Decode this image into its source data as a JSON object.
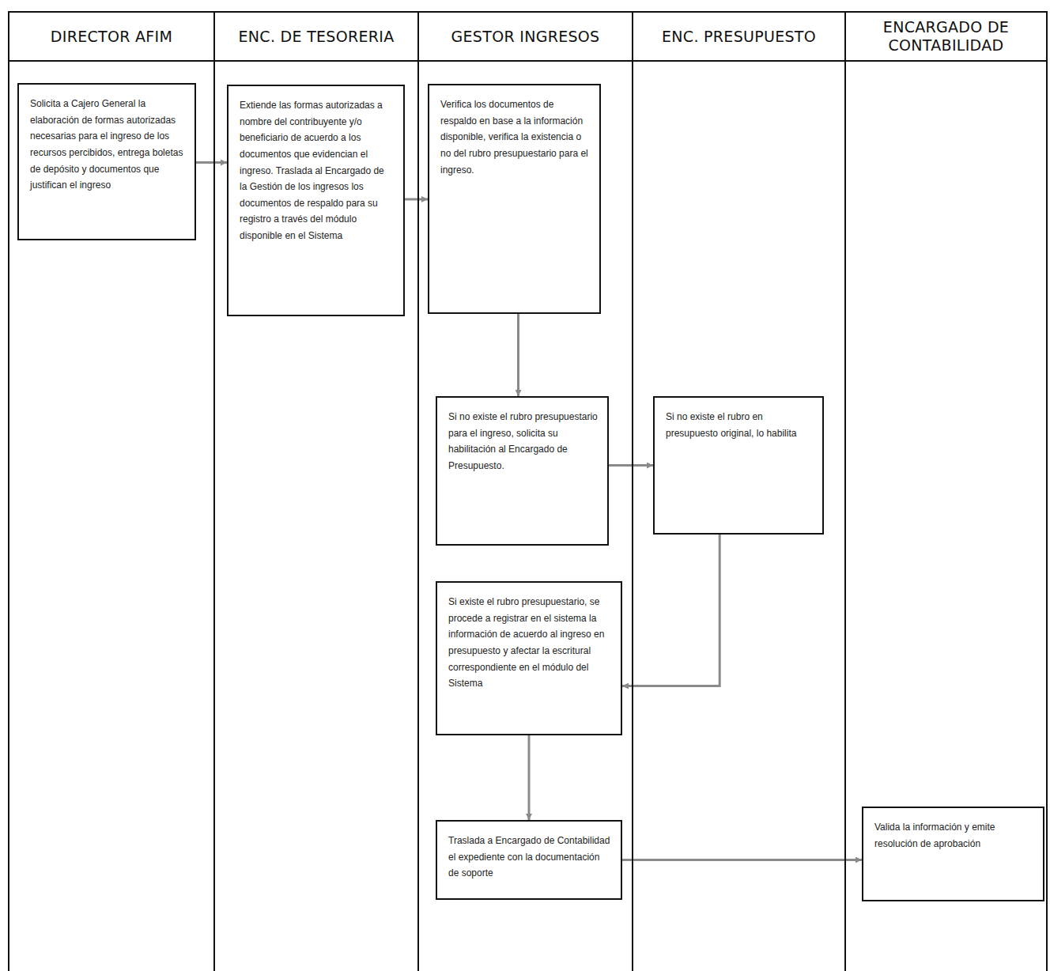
{
  "diagram": {
    "nodes": [
      {
        "text": [
          "DIRECTOR AFIM"
        ]
      },
      {
        "text": [
          "ENC. DE TESORERIA"
        ]
      },
      {
        "text": [
          "GESTOR INGRESOS"
        ]
      },
      {
        "text": [
          "ENC. PRESUPUESTO"
        ]
      },
      {
        "text": [
          "ENCARGADO DE CONTABILIDAD"
        ]
      },
      {
        "text": [
          "Solicita a Cajero General la elaboración de formas autorizadas necesarias para el ingreso de los recursos percibidos, entrega boletas de depósito y documentos que justifican el ingreso"
        ],
        "in": 0
      },
      {
        "text": [
          "Extiende las formas autorizadas a nombre del contribuyente y/o beneficiario de acuerdo a los documentos que evidencian el ingreso. Traslada al Encargado de la Gestión de los ingresos los documentos de respaldo para su registro a través del módulo disponible en el Sistema"
        ],
        "in": 1
      },
      {
        "text": [
          "Verifica los documentos de respaldo en base a la información disponible, verifica la existencia o no del rubro presupuestario para el ingreso."
        ],
        "in": 2
      },
      {
        "text": [
          "Si no existe el rubro presupuestario para el ingreso, solicita su habilitación al Encargado de Presupuesto."
        ],
        "in": 2
      },
      {
        "text": [
          "Si no existe el rubro en presupuesto original, lo habilita"
        ],
        "in": 3
      },
      {
        "text": [
          "Si existe el rubro presupuestario, se procede a registrar en el sistema la información de acuerdo al ingreso en presupuesto y afectar la escritural correspondiente en el módulo del Sistema"
        ],
        "in": 2
      },
      {
        "text": [
          "Traslada a Encargado de Contabilidad el expediente con la documentación de soporte"
        ],
        "in": 2
      },
      {
        "text": [
          "Valida la información y emite resolución de aprobación"
        ],
        "in": 4
      }
    ],
    "edges": [
      {
        "from": 5,
        "to": 6,
        "arrow": "to"
      },
      {
        "from": 6,
        "to": 7,
        "arrow": "to"
      },
      {
        "from": 7,
        "to": 8,
        "arrow": "to"
      },
      {
        "from": 8,
        "to": 9,
        "arrow": "to"
      },
      {
        "from": 9,
        "to": 10,
        "arrow": "to"
      },
      {
        "from": 10,
        "to": 11,
        "arrow": "to"
      },
      {
        "from": 11,
        "to": 12,
        "arrow": "to"
      }
    ]
  }
}
